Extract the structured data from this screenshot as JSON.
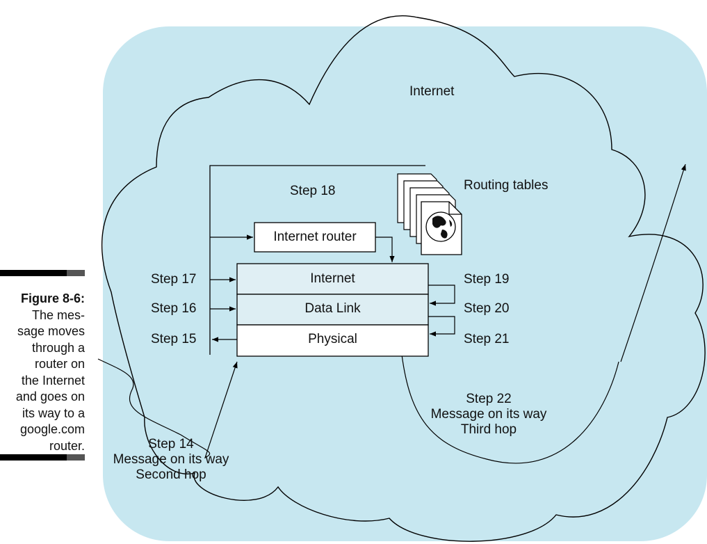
{
  "figure": {
    "number": "Figure 8-6:",
    "caption_lines": [
      "The mes-",
      "sage moves",
      "through a",
      "router on",
      "the Internet",
      "and goes on",
      "its way to a",
      "google.com",
      "router."
    ]
  },
  "cloud": {
    "label": "Internet"
  },
  "router": {
    "label": "Internet router",
    "tables_label": "Routing tables",
    "layers": [
      "Internet",
      "Data Link",
      "Physical"
    ]
  },
  "steps": {
    "s14": [
      "Step 14",
      "Message on its way",
      "Second hop"
    ],
    "s15": "Step 15",
    "s16": "Step 16",
    "s17": "Step 17",
    "s18": "Step 18",
    "s19": "Step 19",
    "s20": "Step 20",
    "s21": "Step 21",
    "s22": [
      "Step 22",
      "Message on its way",
      "Third hop"
    ]
  },
  "colors": {
    "watermark_bg": "#c7e7f0",
    "line": "#000000"
  }
}
